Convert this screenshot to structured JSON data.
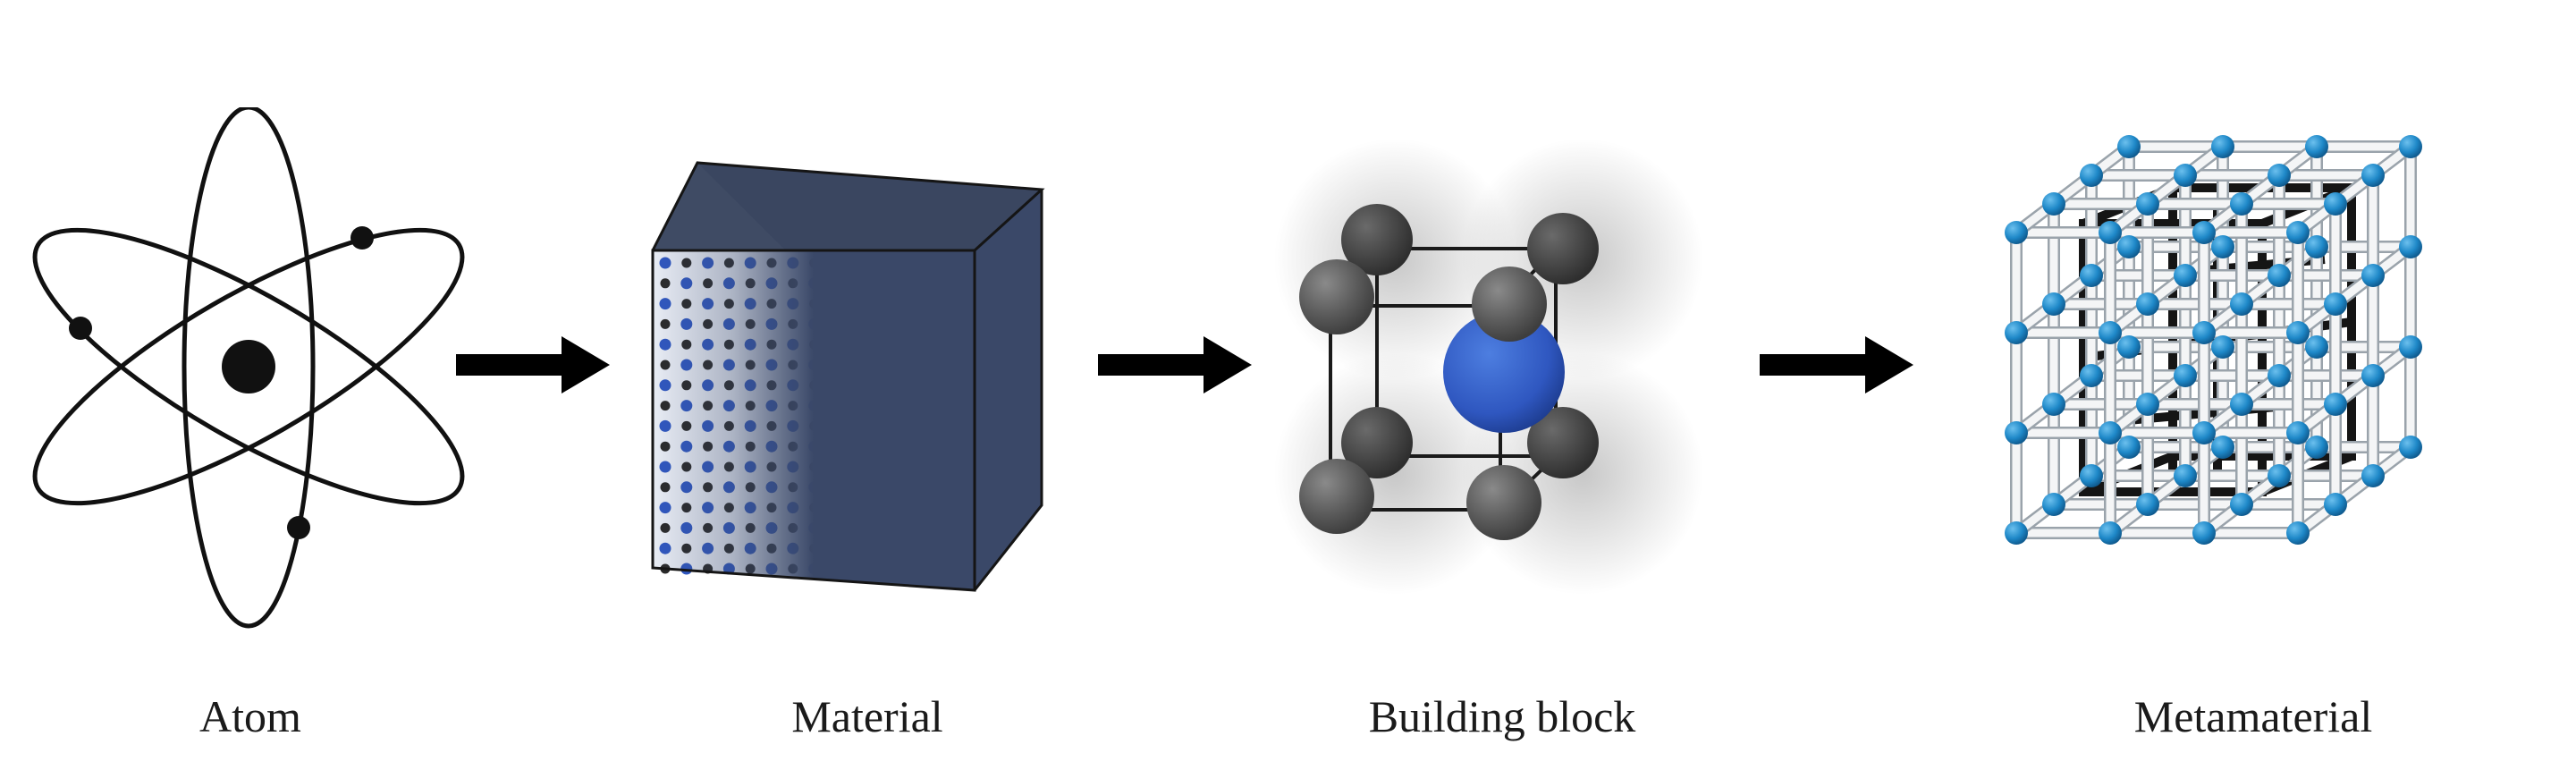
{
  "stages": [
    {
      "id": "atom",
      "label": "Atom"
    },
    {
      "id": "material",
      "label": "Material"
    },
    {
      "id": "building_block",
      "label": "Building block"
    },
    {
      "id": "metamaterial",
      "label": "Metamaterial"
    }
  ],
  "arrow_count": 3,
  "colors": {
    "line": "#111111",
    "cube_face": "#3a4868",
    "atom_blue": "#2f57c0",
    "node_blue": "#1e88c8",
    "sphere_gray": "#5b5b5b"
  }
}
